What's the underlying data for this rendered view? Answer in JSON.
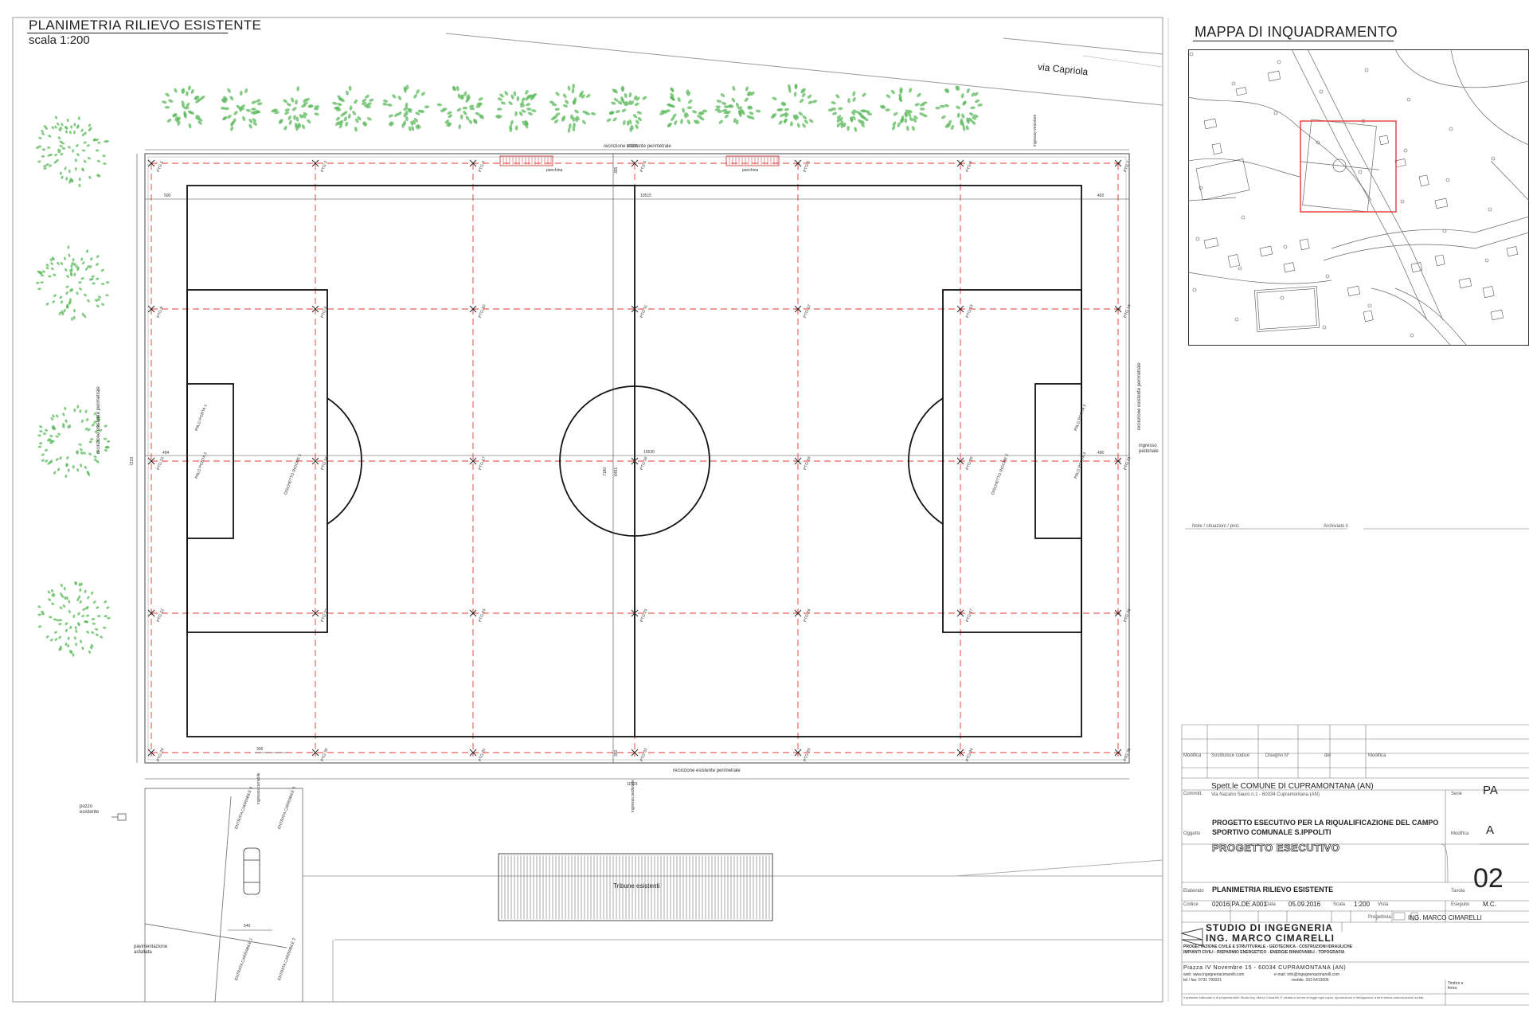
{
  "sheet": {
    "title": "PLANIMETRIA RILIEVO ESISTENTE",
    "scale": "scala 1:200"
  },
  "site": {
    "street": "via Capriola",
    "top_fence": "recinzione esistente perimetrale",
    "bottom_fence": "recinzione esistente perimetrale",
    "left_fence": "recinzione esistente perimetrale",
    "right_fence": "recinzione esistente perimetrale",
    "bench_label": "panchina",
    "vehicle_entry": "ingresso veicolare",
    "pedestrian_entry_right": "ingresso pedonale",
    "pedestrian_entry_bottom": "ingresso pedonale",
    "driveway_entry": "ingresso carrabile",
    "well": "pozzo esistente",
    "paving": "pavimentazione asfaltata",
    "stands": "Tribune esistenti",
    "dims": {
      "top_total": "11506",
      "bottom_total": "11523",
      "inner_length": "10515",
      "mid_length": "10530",
      "left_margin": "500",
      "right_margin": "492",
      "left_mid": "494",
      "right_mid": "490",
      "height_total": "7219",
      "height_mid": "6491",
      "height_inner": "7180",
      "top_gap": "355",
      "bottom_gap": "350",
      "gate_width": "306",
      "parking_width": "540"
    },
    "points": [
      "PTG 1",
      "PTG 2",
      "PTG 3",
      "PTG 4",
      "PTG 5",
      "PTG 6",
      "PTG 7",
      "PTG 8",
      "PTG 9",
      "PTG 10",
      "PTG 11",
      "PTG 12",
      "PTG 13",
      "PTG 14",
      "PTG 15",
      "PTG 16",
      "PTG 17",
      "PTG 18",
      "PTG 19",
      "PTG 20",
      "PTG 21",
      "PTG 22",
      "PTG 23",
      "PTG 24",
      "PTG 25",
      "PTG 26",
      "PTG 27",
      "PTG 28",
      "PTG 29",
      "PTG 30",
      "PTG 31",
      "PTG 32",
      "PTG 33",
      "PTG 34",
      "PTG 35"
    ],
    "special_points": [
      "PALO PORTA 1",
      "PALO PORTA 2",
      "PALO PORTA 3",
      "PALO PORTA 4",
      "DISCHETTO RIGORE 1",
      "DISCHETTO RIGORE 2",
      "ENTRATA CARRABILE 1",
      "ENTRATA CARRABILE 2",
      "ENTRATA CARRABILE 3",
      "ENTRATA CARRABILE 4"
    ]
  },
  "map": {
    "title": "MAPPA DI INQUADRAMENTO"
  },
  "title_block": {
    "notes_label": "Note / situazioni / prot.",
    "archive_label": "Archiviato il",
    "mod_headers": [
      "Modifica",
      "Sostituisce codice",
      "Disegno N°",
      "del",
      "Modifica"
    ],
    "committente_label": "Committ.",
    "committente": "Spett.le COMUNE DI CUPRAMONTANA (AN)",
    "committente_addr": "Via Nazario Sauro n.1 - 60034 Cupramontana (AN)",
    "serie_label": "Serie",
    "serie": "PA",
    "oggetto_label": "Oggetto",
    "oggetto_1": "PROGETTO ESECUTIVO PER LA RIQUALIFICAZIONE DEL CAMPO",
    "oggetto_2": "SPORTIVO COMUNALE S.IPPOLITI",
    "modifica_label": "Modifica",
    "modifica": "A",
    "phase": "PROGETTO ESECUTIVO",
    "elaborato_label": "Elaborato",
    "elaborato": "PLANIMETRIA RILIEVO ESISTENTE",
    "tavola_label": "Tavola",
    "tavola": "02",
    "codice_label": "Codice",
    "codice": "02016.PA.DE.A001",
    "data_label": "Data",
    "data": "05.09.2016",
    "scala_label": "Scala",
    "scala": "1:200",
    "vista_label": "Vista",
    "eseguito_label": "Eseguito",
    "eseguito": "M.C.",
    "progettista_label": "Progettista",
    "progettista": "ING. MARCO CIMARELLI",
    "studio_1": "STUDIO DI INGEGNERIA",
    "studio_2": "ING. MARCO CIMARELLI",
    "services_1": "PROGETTAZIONE CIVILE E STRUTTURALE - GEOTECNICA - COSTRUZIONI IDRAULICHE",
    "services_2": "IMPIANTI CIVILI - RISPARMIO ENERGETICO - ENERGIE RINNOVABILI - TOPOGRAFIA",
    "address": "Piazza IV Novembre 15 - 60034 CUPRAMONTANA (AN)",
    "web": "web: www.ingegneriacimarelli.com",
    "email": "e-mail: info@ingegneriacimarelli.com",
    "tel": "tel / fax: 0731 789321",
    "mobile": "mobile: 333 5413006",
    "stamp_label": "Timbro e firma",
    "footer": "Il presente elaborato è di proprietà dello Studio Ing. Marco Cimarelli. È vietata a norma di legge ogni copia, riproduzione e divulgazione a terzi senza autorizzazione scritta."
  },
  "colors": {
    "grid_red": "#e53935",
    "tree_green": "#5cb85c",
    "ink": "#222222",
    "map_frame": "#e53935"
  }
}
